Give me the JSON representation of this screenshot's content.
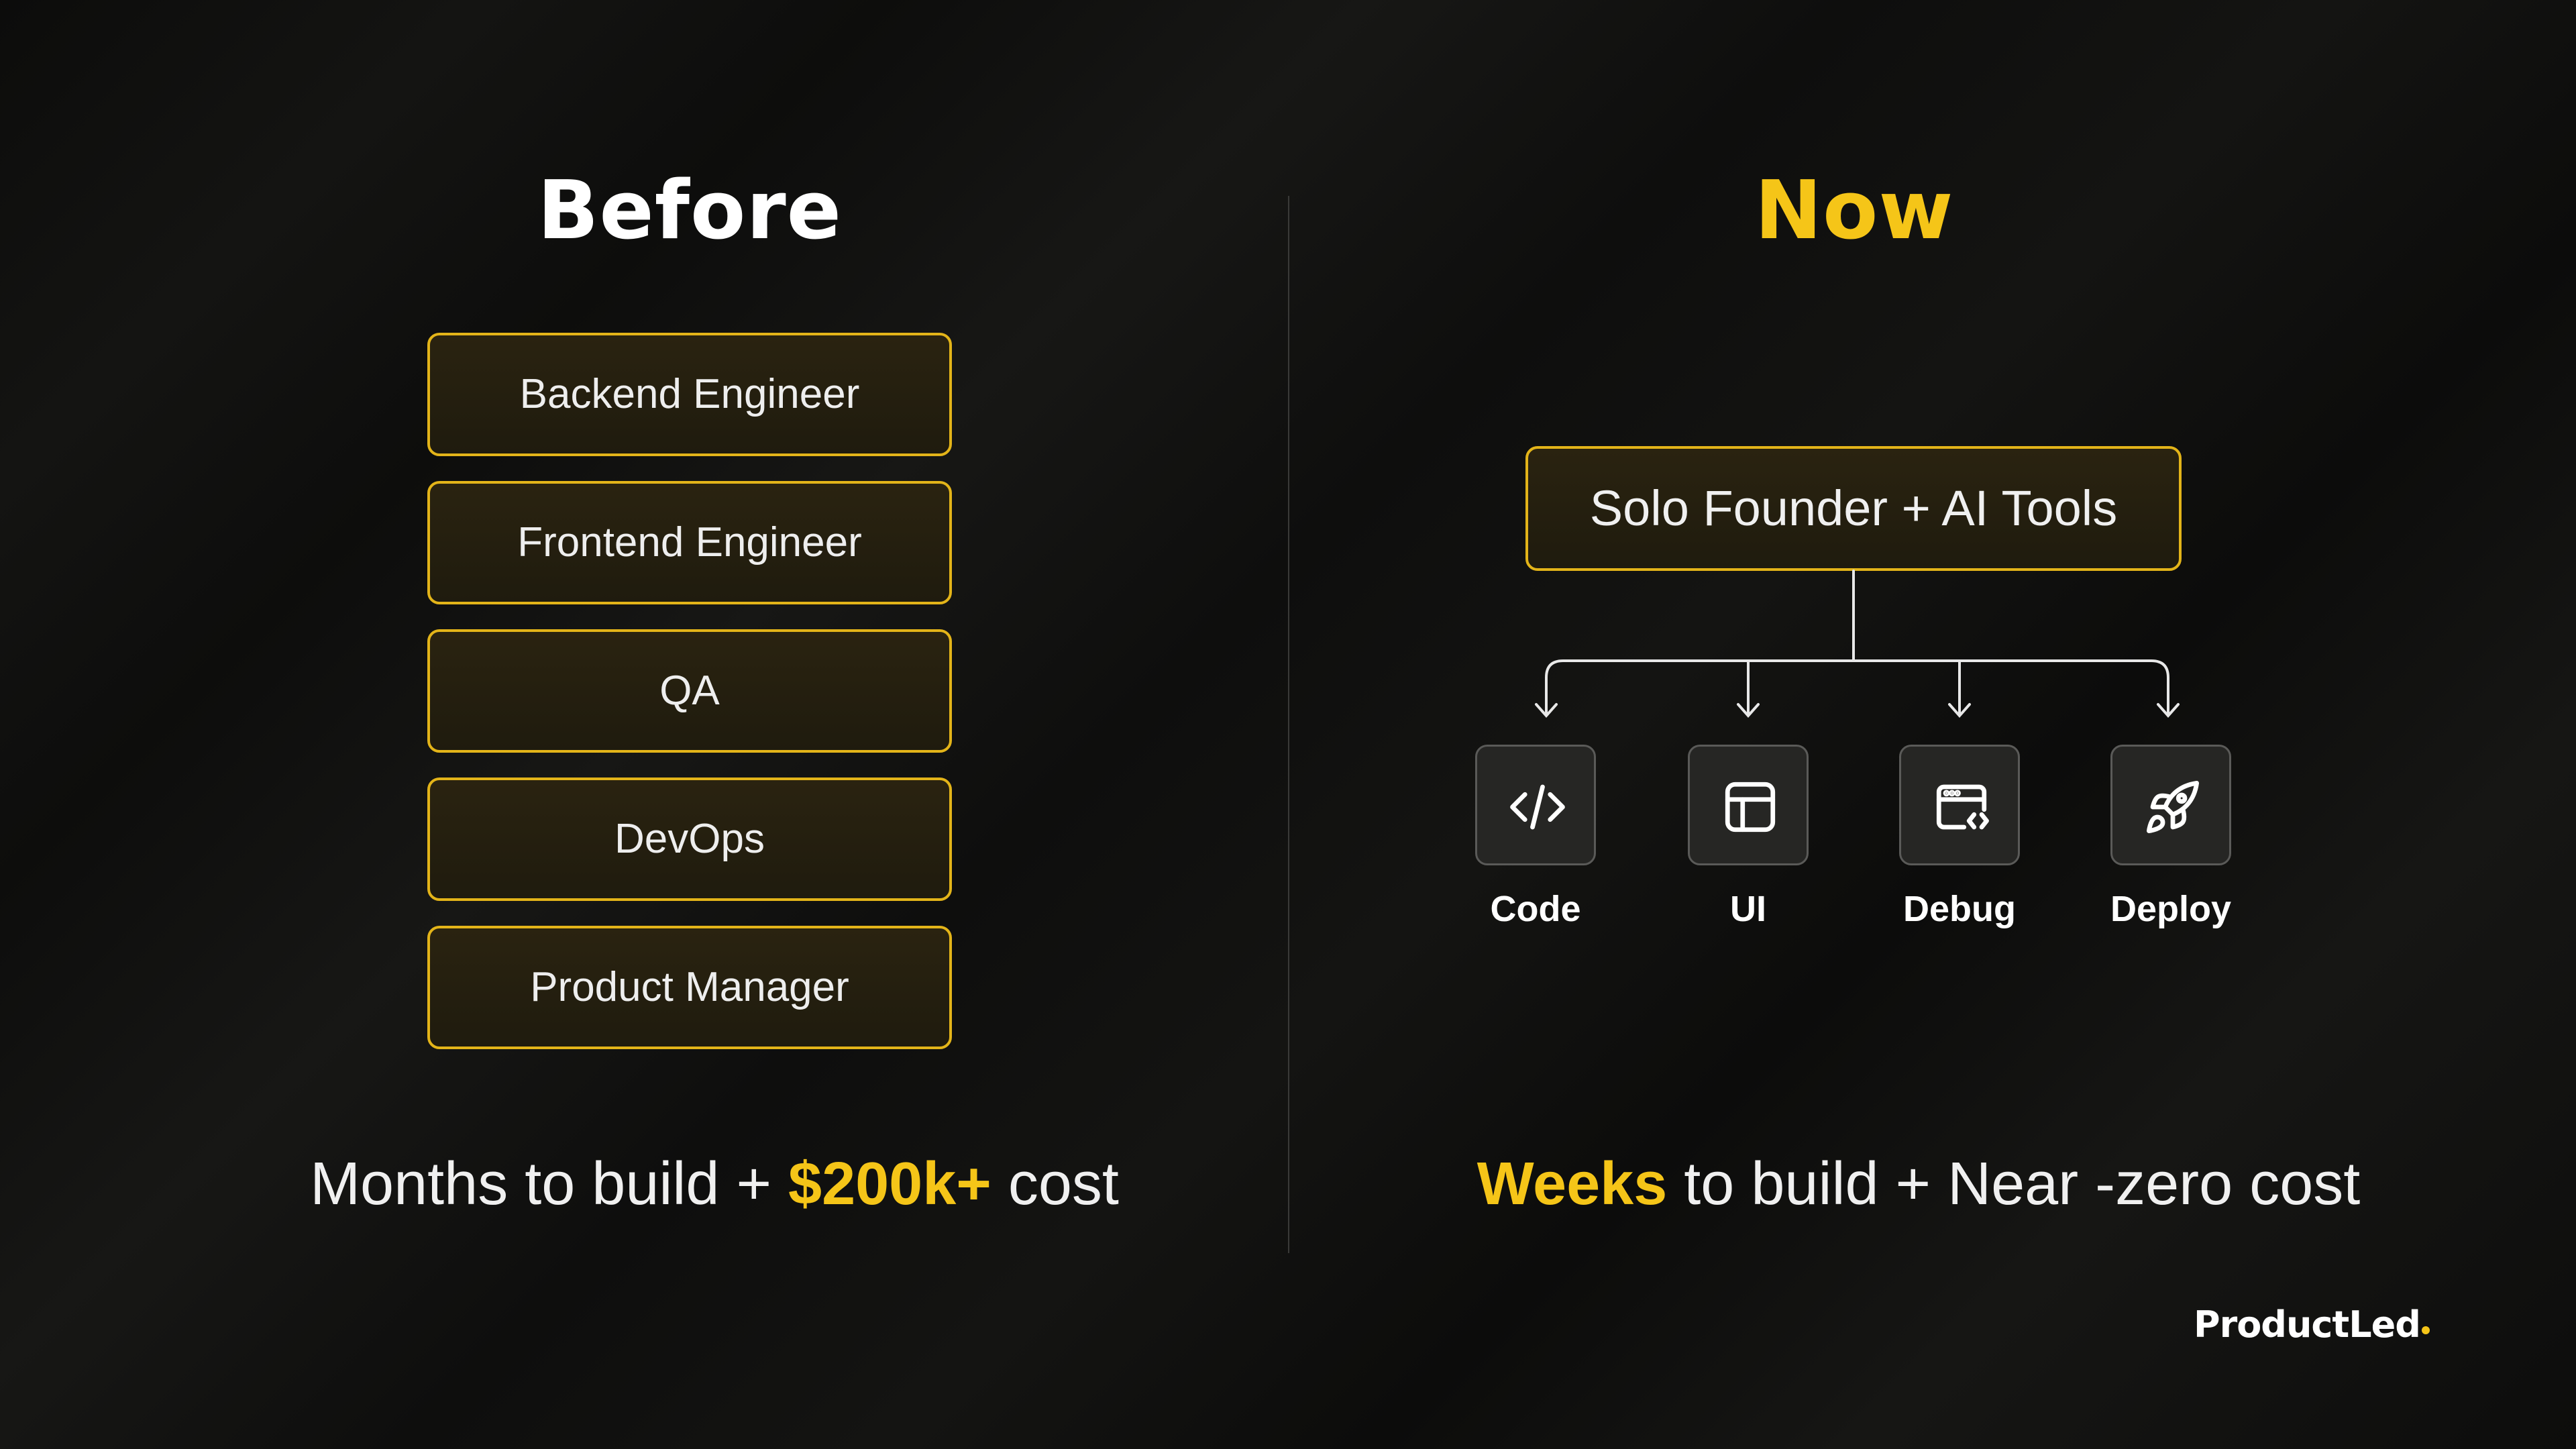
{
  "before": {
    "heading": "Before",
    "roles": [
      "Backend Engineer",
      "Frontend Engineer",
      "QA",
      "DevOps",
      "Product Manager"
    ],
    "summary": {
      "part1": "Months to build + ",
      "highlight": "$200k+",
      "part2": " cost"
    }
  },
  "now": {
    "heading": "Now",
    "founder_box": "Solo Founder + AI Tools",
    "tools": [
      {
        "label": "Code",
        "icon": "code-icon"
      },
      {
        "label": "UI",
        "icon": "layout-icon"
      },
      {
        "label": "Debug",
        "icon": "debug-window-icon"
      },
      {
        "label": "Deploy",
        "icon": "rocket-icon"
      }
    ],
    "summary": {
      "highlight": "Weeks",
      "part1": " to build + Near -zero cost"
    }
  },
  "brand": {
    "name": "ProductLed"
  },
  "colors": {
    "accent": "#f5c518",
    "box_border": "#e3b419",
    "background": "#0e0e0d"
  }
}
